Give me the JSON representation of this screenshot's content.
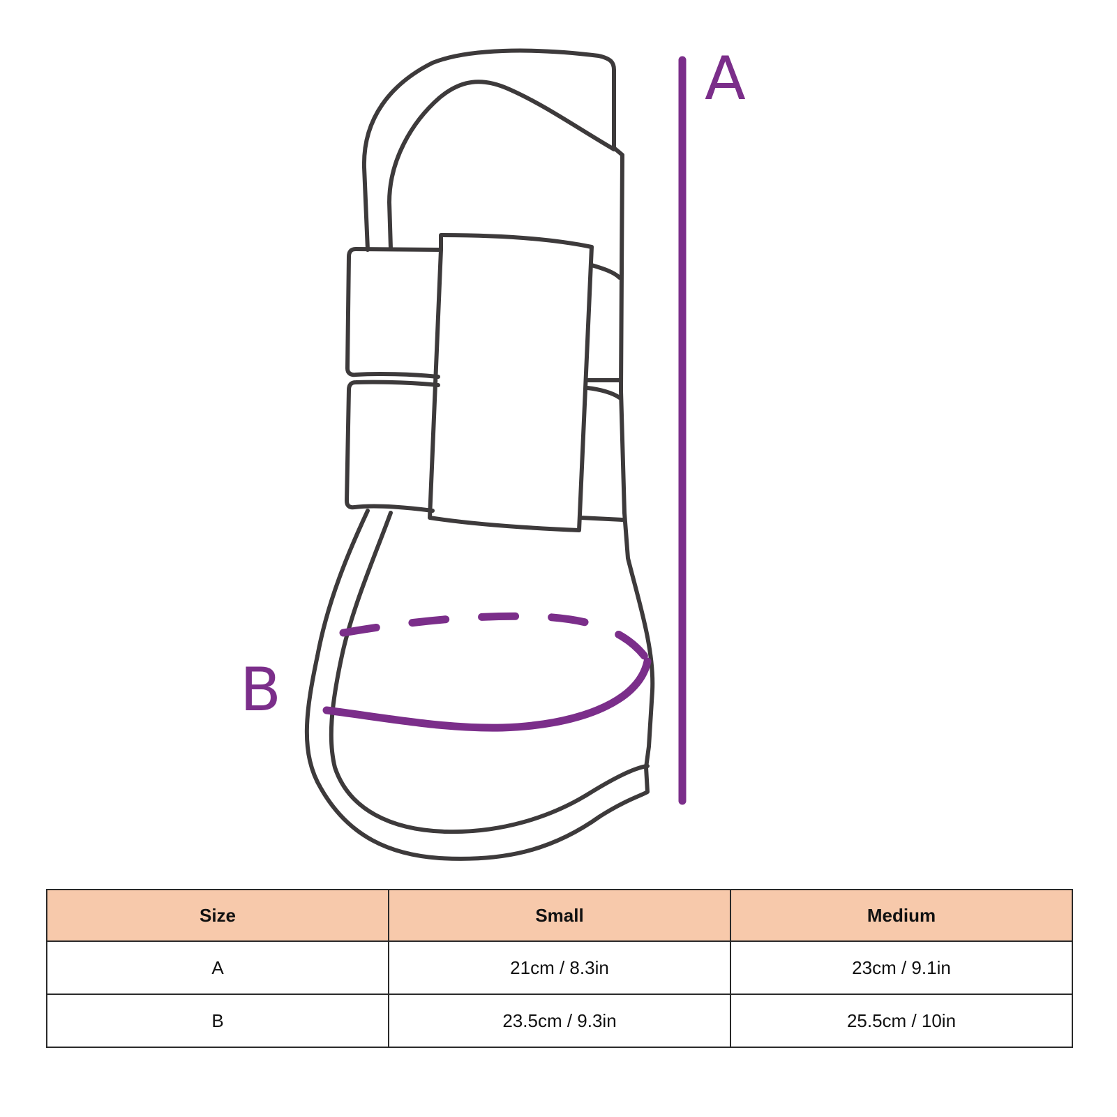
{
  "diagram": {
    "subject": "horse tendon boot outline",
    "outline_color": "#3d3a3b",
    "accent_color": "#7b2e8a",
    "labels": {
      "a": "A",
      "b": "B"
    }
  },
  "table": {
    "header_bg": "#f7c9ab",
    "columns": [
      "Size",
      "Small",
      "Medium"
    ],
    "rows": [
      {
        "size": "A",
        "small": "21cm / 8.3in",
        "medium": "23cm / 9.1in"
      },
      {
        "size": "B",
        "small": "23.5cm / 9.3in",
        "medium": "25.5cm / 10in"
      }
    ]
  }
}
